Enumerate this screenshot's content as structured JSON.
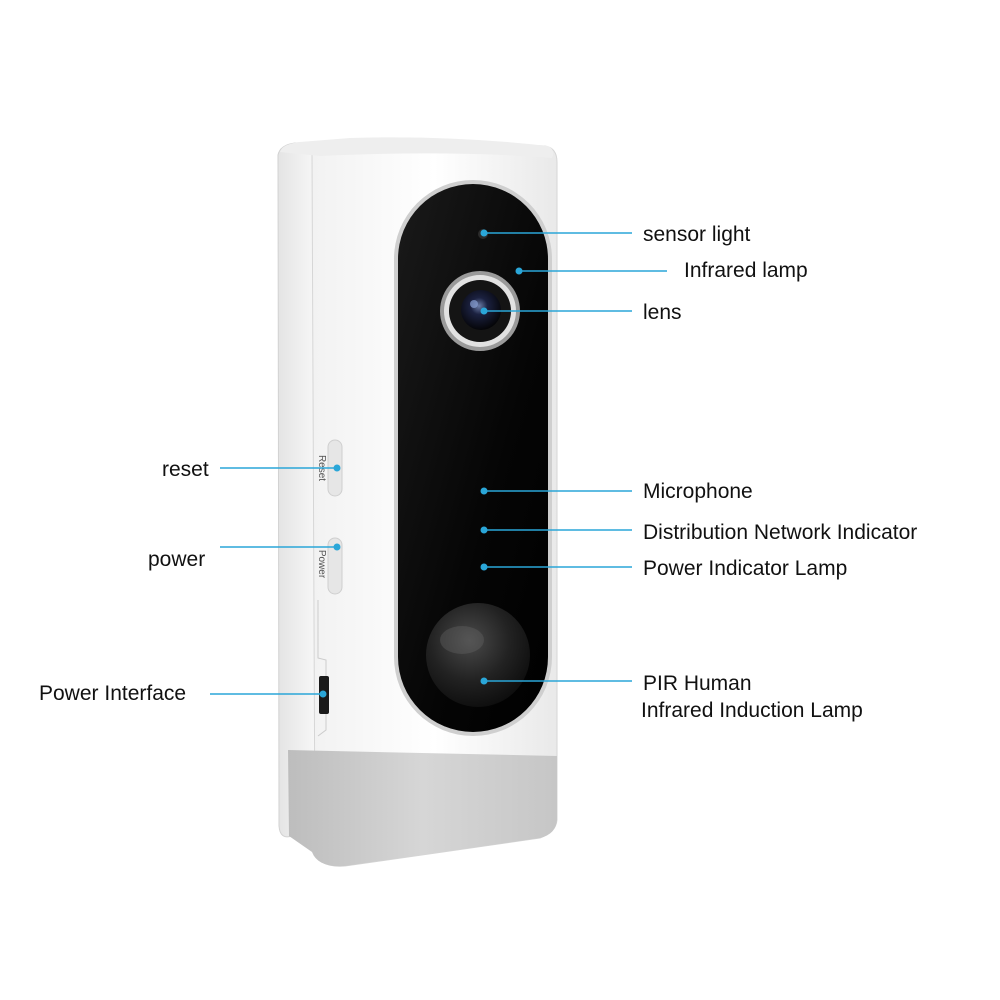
{
  "accent_color": "#2aa6d8",
  "device": {
    "reset_button_text": "Reset",
    "power_button_text": "Power"
  },
  "callouts": {
    "sensor_light": "sensor light",
    "infrared_lamp": "Infrared lamp",
    "lens": "lens",
    "microphone": "Microphone",
    "distribution_network_indicator": "Distribution Network Indicator",
    "power_indicator_lamp": "Power Indicator Lamp",
    "pir_line1": "PIR Human",
    "pir_line2": "Infrared Induction Lamp",
    "reset": "reset",
    "power": "power",
    "power_interface": "Power Interface"
  }
}
